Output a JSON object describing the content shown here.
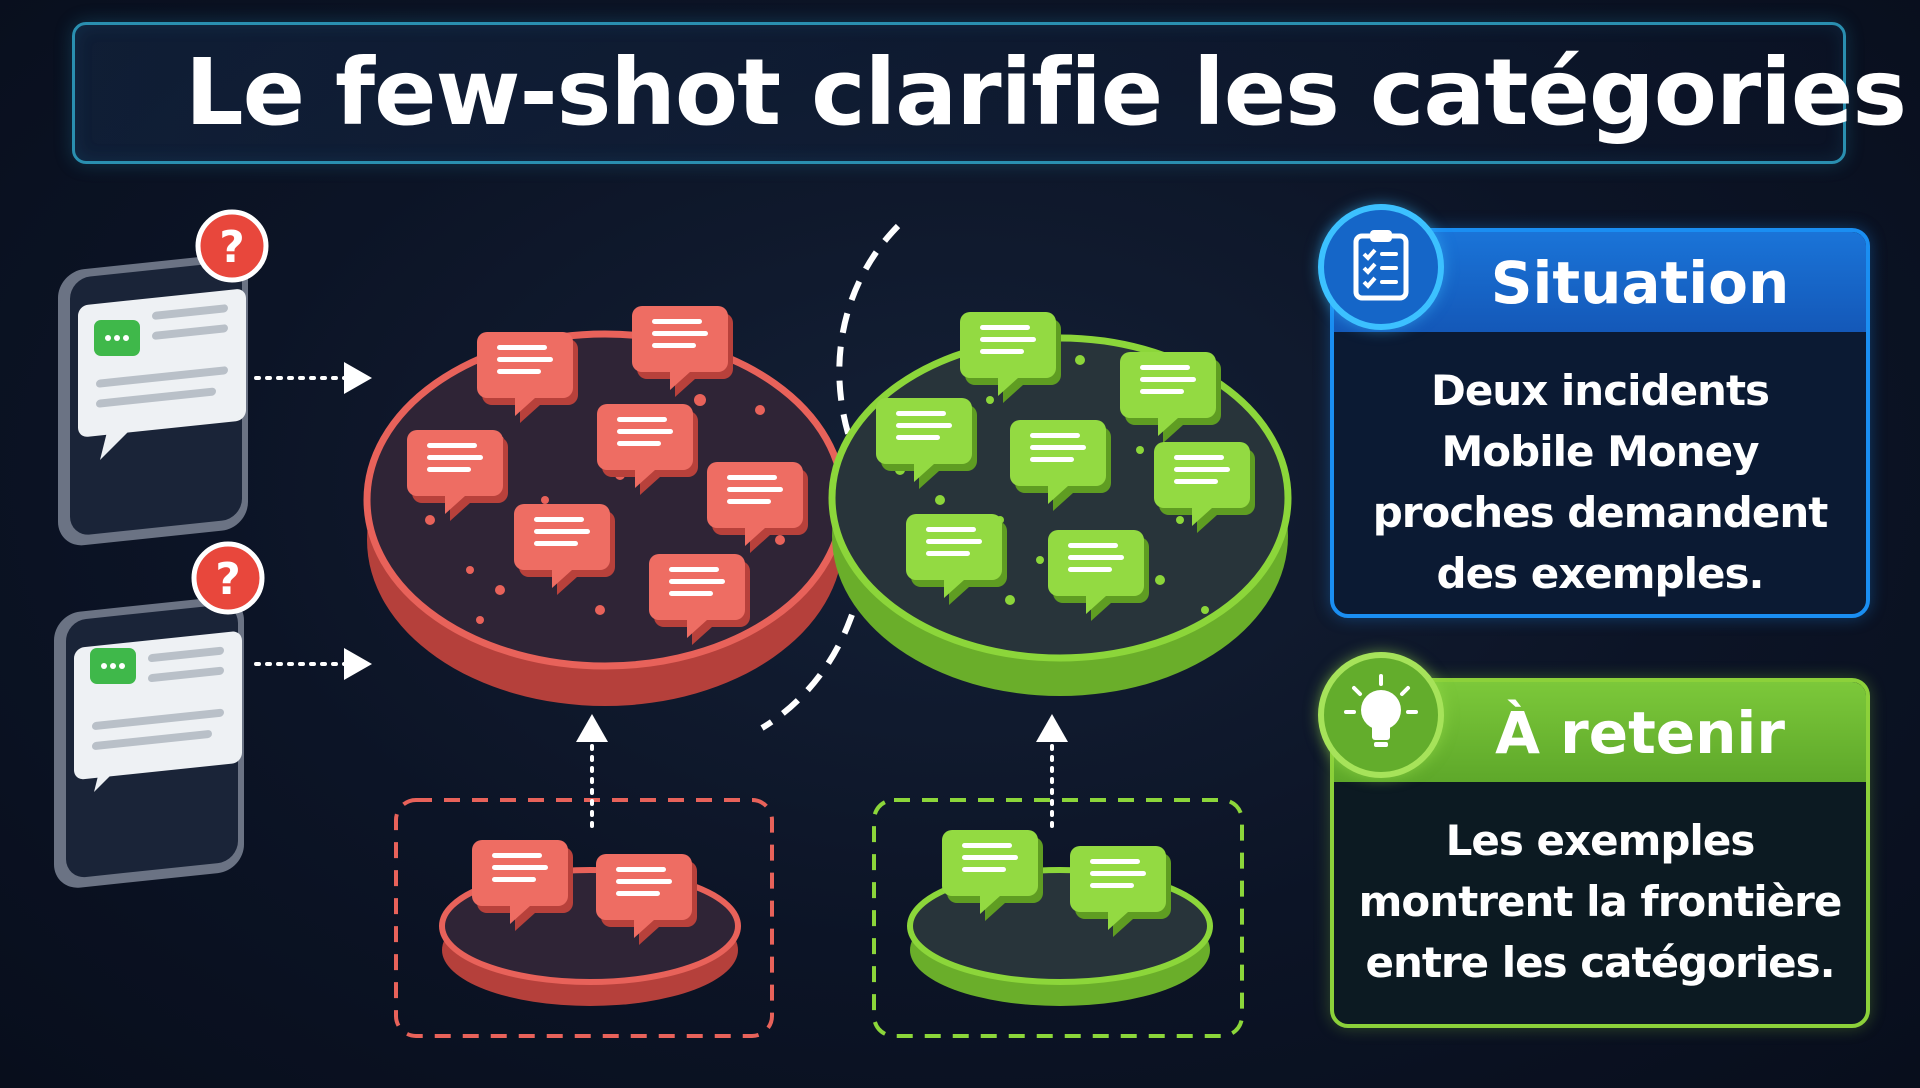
{
  "title": "Le few-shot clarifie les catégories",
  "situation": {
    "title": "Situation",
    "body": "Deux incidents Mobile Money proches demandent des exemples."
  },
  "retenir": {
    "title": "À retenir",
    "body": "Les exemples montrent la frontière entre les catégories."
  },
  "icons": {
    "phone_badge": "question-mark-icon",
    "situation_badge": "clipboard-checklist-icon",
    "retenir_badge": "lightbulb-icon"
  },
  "badge_glyph": "?",
  "colors": {
    "background": "#0c1426",
    "red_category": "#e8625a",
    "green_category": "#8cd63a",
    "situation_blue": "#1a8ef2",
    "retenir_green": "#8cd13a",
    "question_badge": "#e8473c"
  }
}
